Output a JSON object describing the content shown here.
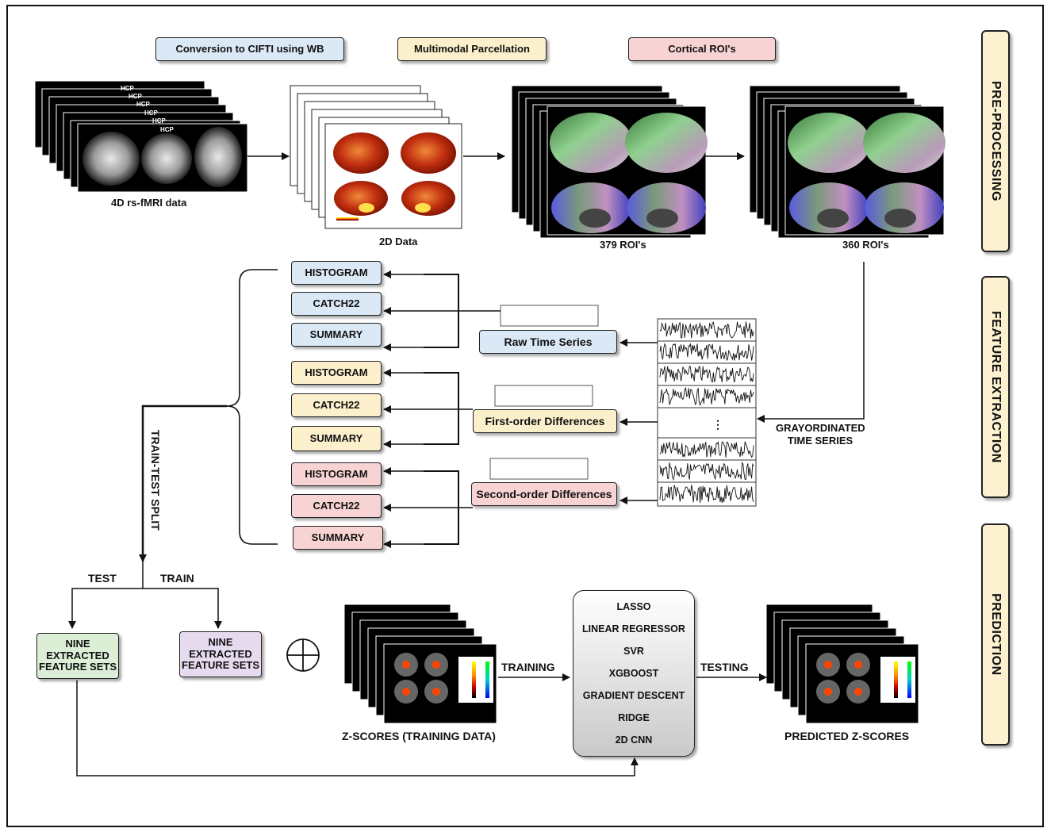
{
  "stages": {
    "preprocessing": "PRE-PROCESSING",
    "feature_extraction": "FEATURE EXTRACTION",
    "prediction": "PREDICTION"
  },
  "steps": {
    "conversion": "Conversion to CIFTI using WB",
    "parcellation": "Multimodal Parcellation",
    "cortical": "Cortical ROI's"
  },
  "captions": {
    "rsfmri": "4D rs-fMRI data",
    "data2d": "2D Data",
    "roi379": "379 ROI's",
    "roi360": "360 ROI's",
    "grayordinate": "GRAYORDINATED\nTIME SERIES",
    "split": "TRAIN-TEST SPLIT",
    "test": "TEST",
    "train": "TRAIN",
    "training": "TRAINING",
    "testing": "TESTING",
    "zscores": "Z-SCORES (TRAINING DATA)",
    "predicted": "PREDICTED Z-SCORES"
  },
  "hcp_label": "HCP",
  "series": {
    "raw": "Raw Time Series",
    "first": "First-order Differences",
    "second": "Second-order Differences"
  },
  "features": {
    "raw": [
      "HISTOGRAM",
      "CATCH22",
      "SUMMARY"
    ],
    "first": [
      "HISTOGRAM",
      "CATCH22",
      "SUMMARY"
    ],
    "second": [
      "HISTOGRAM",
      "CATCH22",
      "SUMMARY"
    ]
  },
  "sets": {
    "test": "NINE\nEXTRACTED\nFEATURE SETS",
    "train": "NINE\nEXTRACTED\nFEATURE SETS"
  },
  "models": [
    "LASSO",
    "LINEAR REGRESSOR",
    "SVR",
    "XGBOOST",
    "GRADIENT DESCENT",
    "RIDGE",
    "2D CNN"
  ],
  "colors": {
    "blue": "#dbe8f6",
    "yellow": "#fcf0cc",
    "pink": "#f8d3d3",
    "green": "#dcefd6",
    "purple": "#e6daee"
  }
}
